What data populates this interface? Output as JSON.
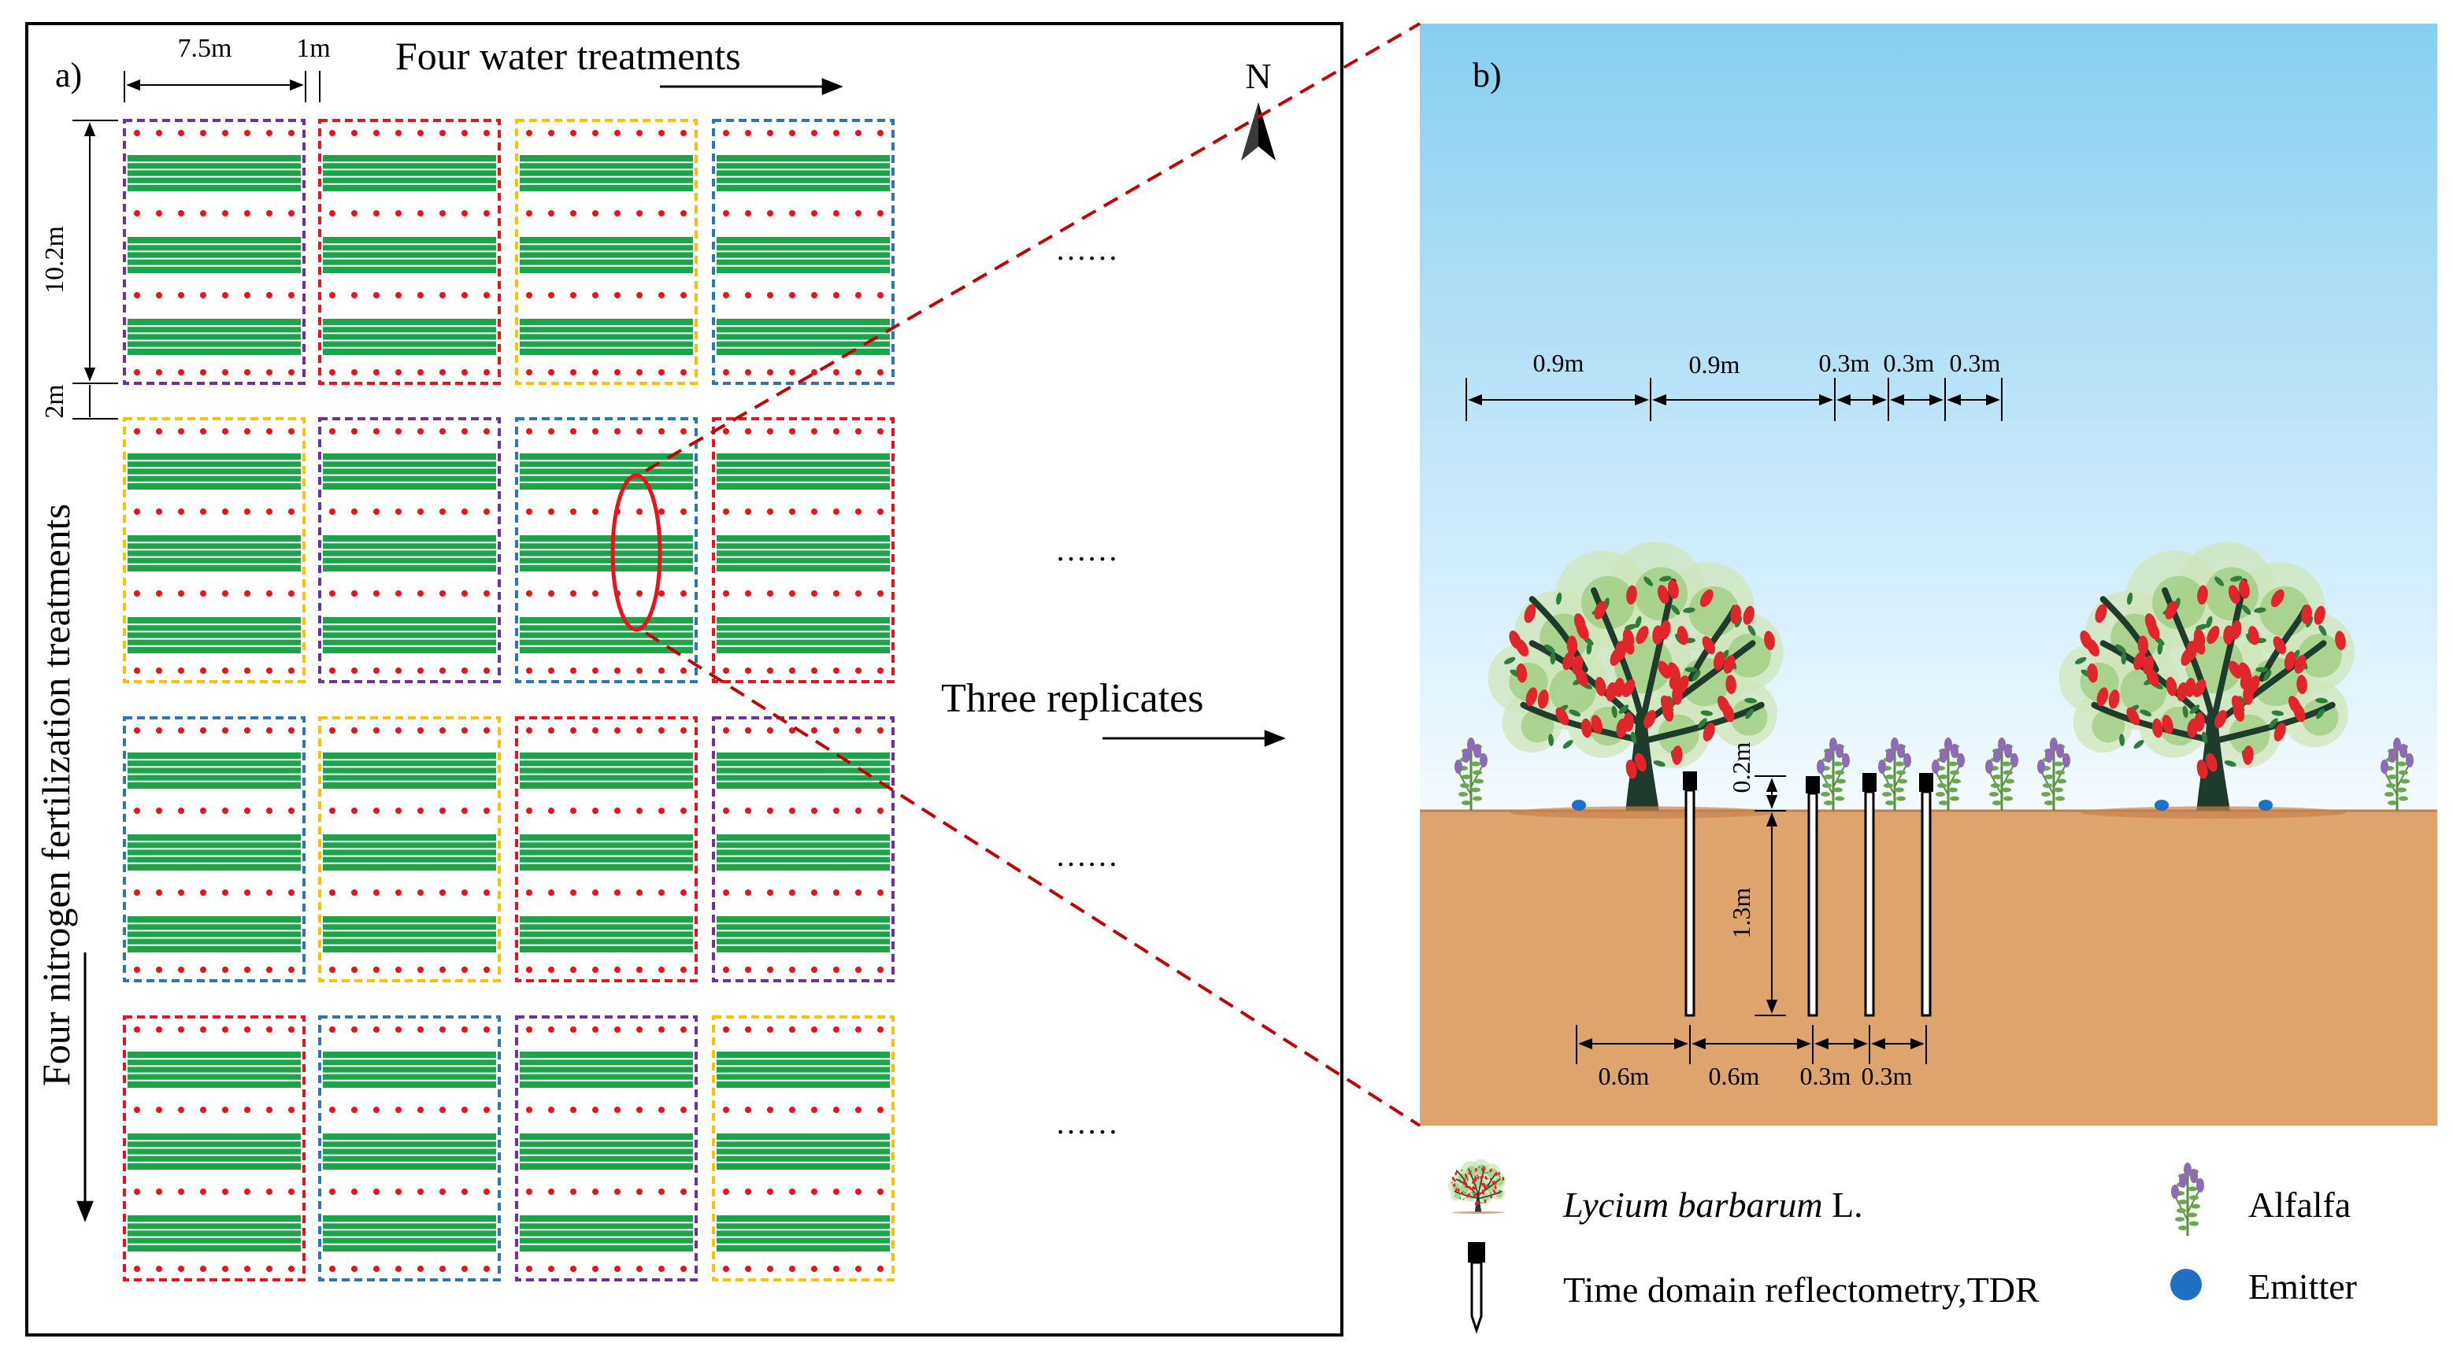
{
  "panel_a": {
    "label": "a)",
    "top_title": "Four water treatments",
    "side_title": "Four nitrogen fertilization treatments",
    "replicates_label": "Three replicates",
    "north_label": "N",
    "ellipsis": "……",
    "dims": {
      "plot_width": "7.5m",
      "gap_width": "1m",
      "plot_height": "10.2m",
      "gap_height": "2m"
    },
    "treatment_colors": {
      "purple": "#7030a0",
      "red": "#e8141b",
      "yellow": "#ffc000",
      "blue": "#2e75b6"
    },
    "grid_border_colors": [
      [
        "purple",
        "red",
        "yellow",
        "blue"
      ],
      [
        "yellow",
        "purple",
        "blue",
        "red"
      ],
      [
        "blue",
        "yellow",
        "red",
        "purple"
      ],
      [
        "red",
        "blue",
        "purple",
        "yellow"
      ]
    ],
    "crop_color": "#1fa34a",
    "dot_color": "#e8141b"
  },
  "panel_b": {
    "label": "b)",
    "top_dims": [
      "0.9m",
      "0.9m",
      "0.3m",
      "0.3m",
      "0.3m"
    ],
    "bottom_dims": [
      "0.6m",
      "0.6m",
      "0.3m",
      "0.3m"
    ],
    "above_soil_dim": "0.2m",
    "probe_depth_dim": "1.3m",
    "sky_top_color": "#87cef0",
    "sky_bottom_color": "#f4fbff",
    "soil_color": "#dfa46d",
    "emitter_color": "#1f6fc4"
  },
  "legend": {
    "lycium_italic": "Lycium barbarum",
    "lycium_suffix": " L.",
    "tdr": "Time domain reflectometry,TDR",
    "alfalfa": "Alfalfa",
    "emitter": "Emitter"
  }
}
